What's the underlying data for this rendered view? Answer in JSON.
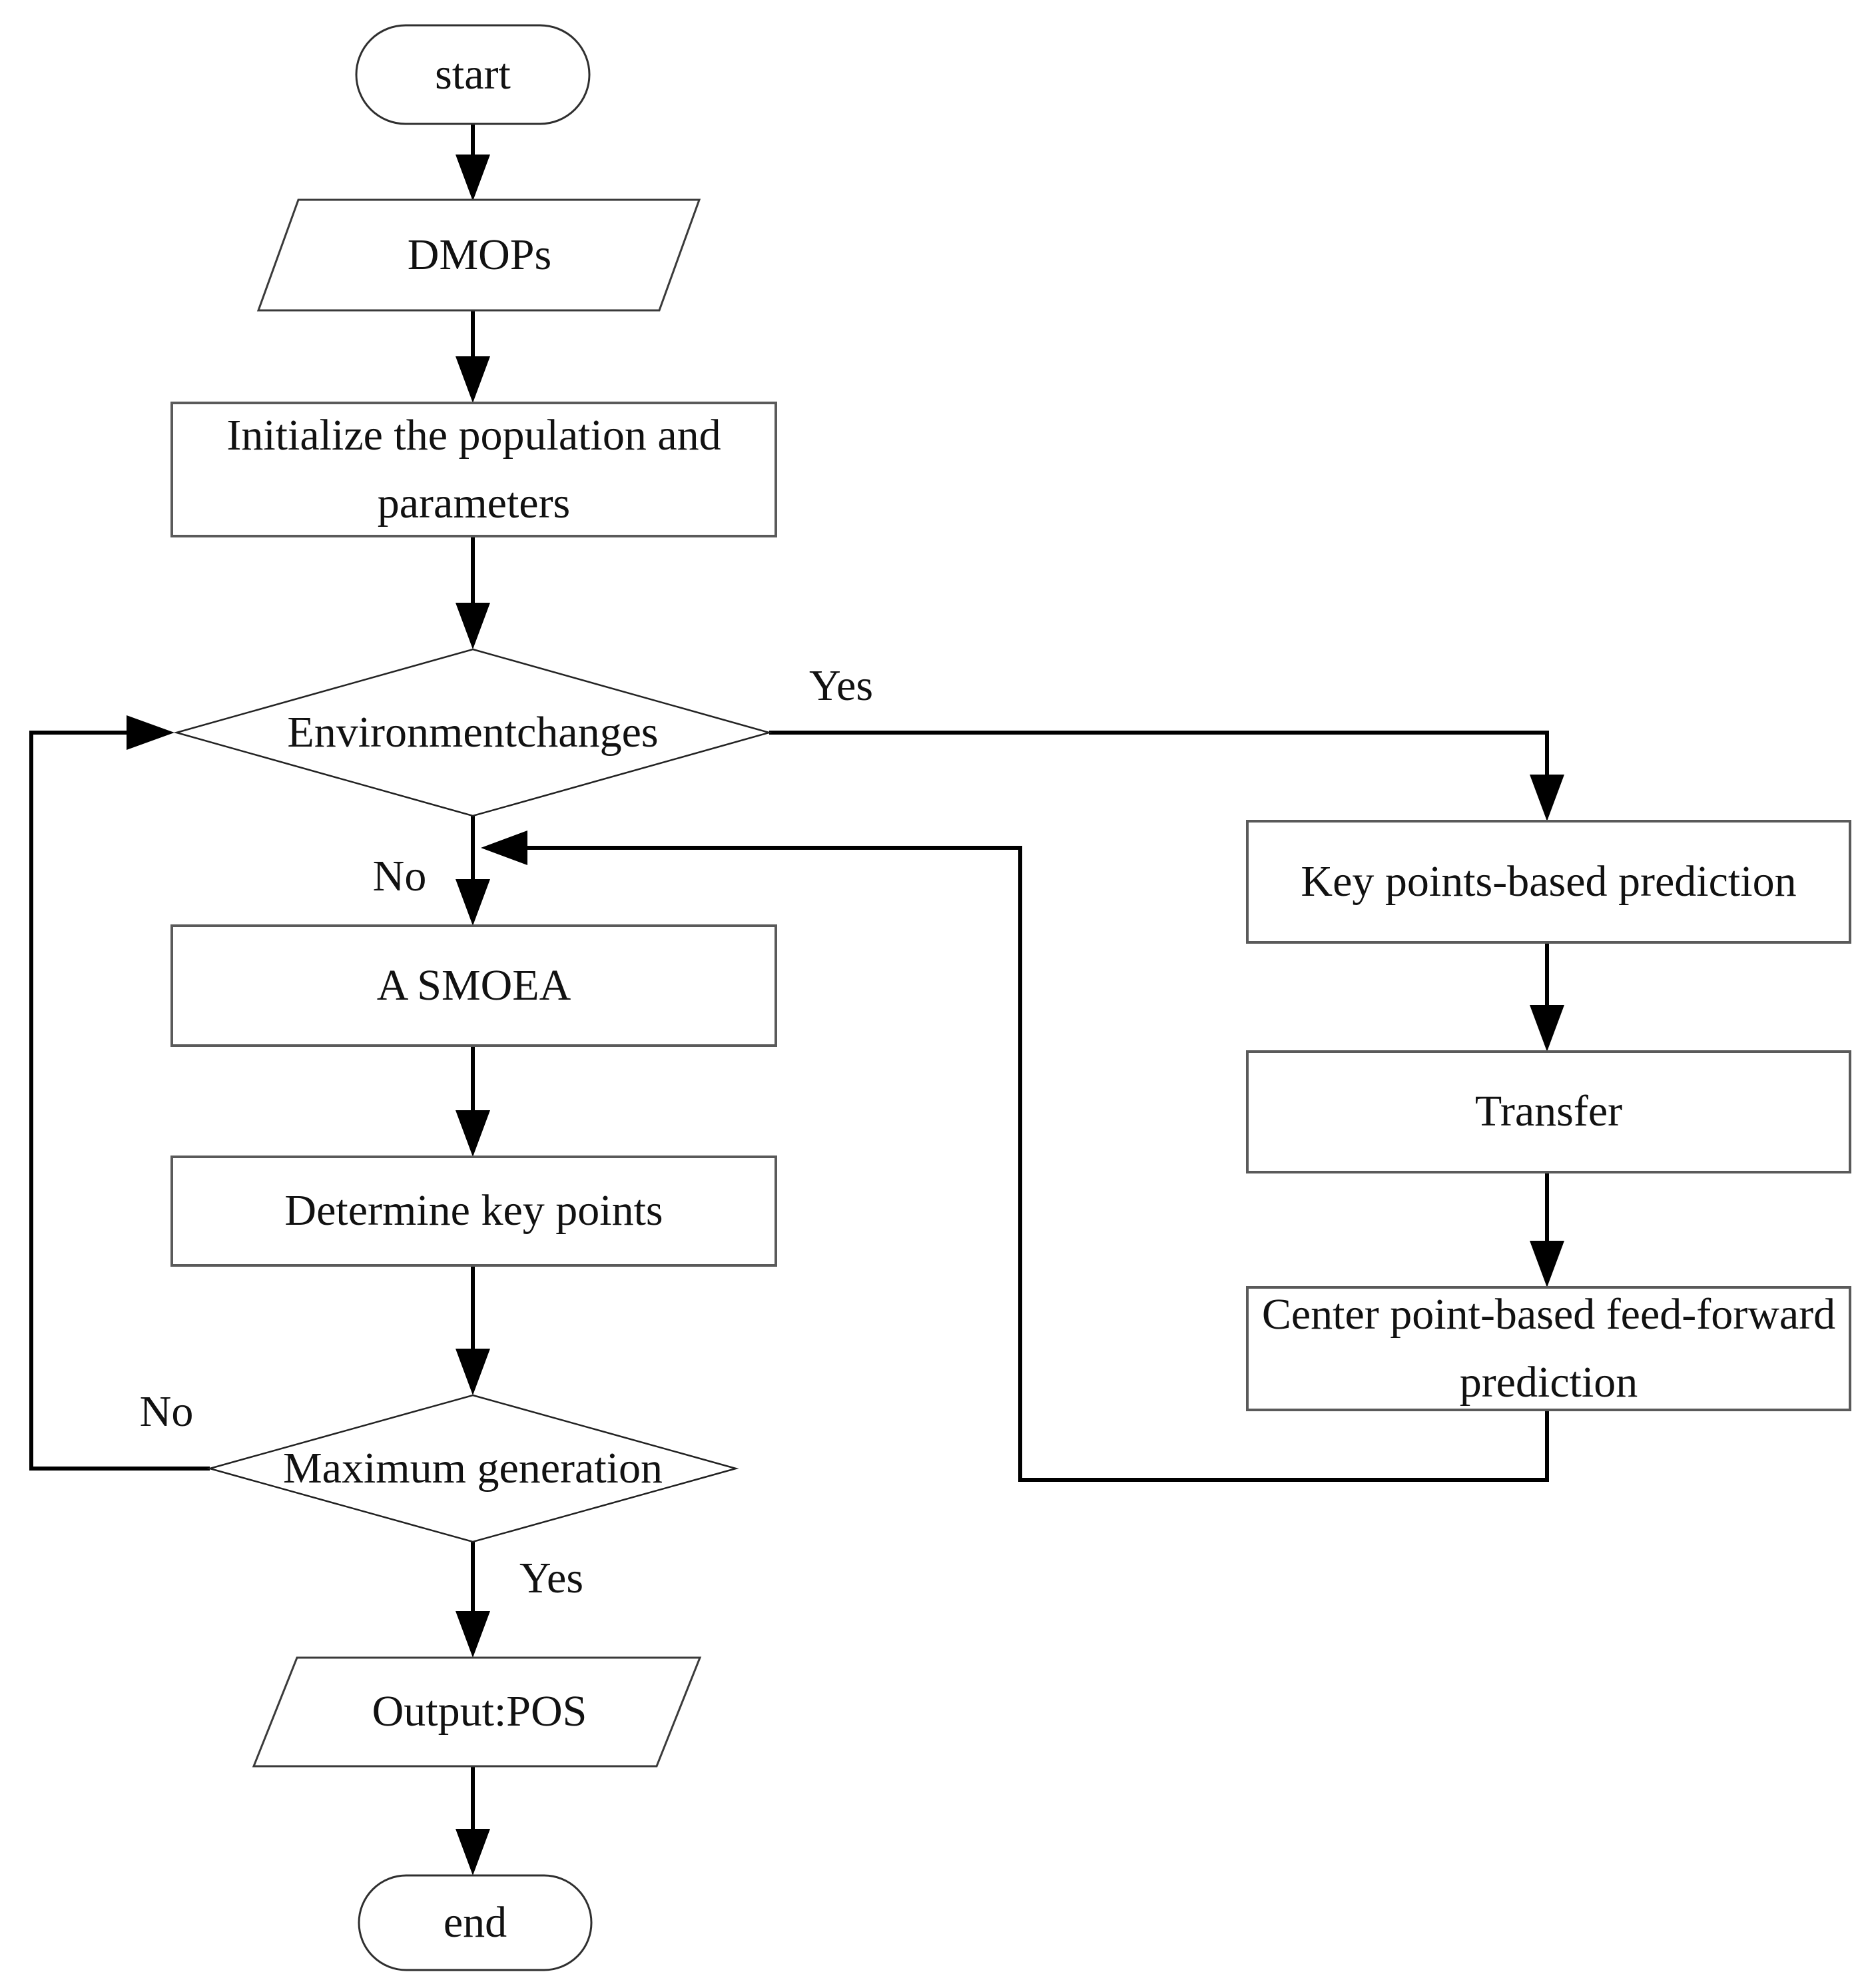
{
  "diagram": {
    "type": "flowchart",
    "nodes": {
      "start": {
        "label": "start",
        "shape": "terminator"
      },
      "dmops": {
        "label": "DMOPs",
        "shape": "parallelogram"
      },
      "init": {
        "label": "Initialize the population and parameters",
        "shape": "process"
      },
      "env_change": {
        "label": "Environmentchanges",
        "shape": "decision"
      },
      "smoea": {
        "label": "A SMOEA",
        "shape": "process"
      },
      "determine": {
        "label": "Determine key points",
        "shape": "process"
      },
      "max_gen": {
        "label": "Maximum generation",
        "shape": "decision"
      },
      "output": {
        "label": "Output:POS",
        "shape": "parallelogram"
      },
      "end": {
        "label": "end",
        "shape": "terminator"
      },
      "key_pred": {
        "label": "Key points-based prediction",
        "shape": "process"
      },
      "transfer": {
        "label": "Transfer",
        "shape": "process"
      },
      "center_pred": {
        "label": "Center point-based feed-forward prediction",
        "shape": "process"
      }
    },
    "edge_labels": {
      "env_yes": "Yes",
      "env_no": "No",
      "max_no": "No",
      "max_yes": "Yes"
    },
    "colors": {
      "line": "#000000",
      "border": "#4a4a4a",
      "background": "#ffffff",
      "text": "#111111"
    }
  }
}
